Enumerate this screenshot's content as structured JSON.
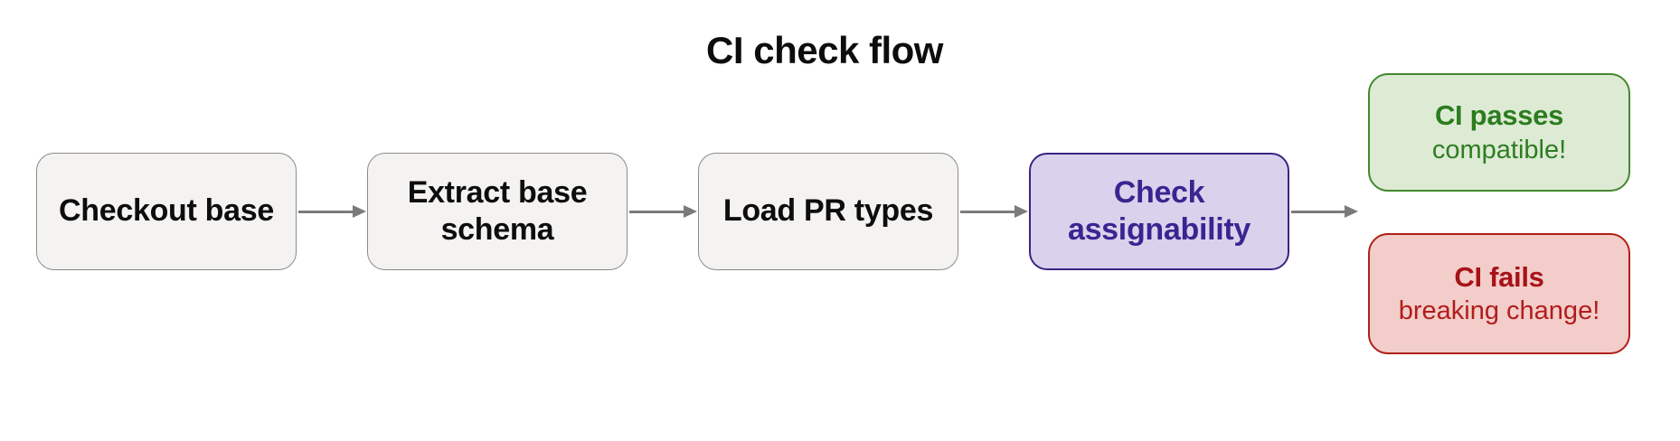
{
  "title": "CI check flow",
  "flow": {
    "steps": [
      {
        "label": "Checkout base"
      },
      {
        "label": "Extract base schema"
      },
      {
        "label": "Load PR types"
      },
      {
        "label": "Check assignability",
        "highlighted": true
      }
    ],
    "outcomes": {
      "pass": {
        "title": "CI passes",
        "subtitle": "compatible!"
      },
      "fail": {
        "title": "CI fails",
        "subtitle": "breaking change!"
      }
    }
  },
  "colors": {
    "background": "#ffffff",
    "title_text": "#0d0d0d",
    "step_fill": "#f4f3f1",
    "step_border": "#8b8b8b",
    "step_text": "#0d0d0d",
    "highlight_fill": "#d9d2ec",
    "highlight_border": "#3a2483",
    "highlight_text": "#3b2491",
    "pass_fill": "#ddebd4",
    "pass_border": "#44882f",
    "pass_text": "#2c7c1f",
    "fail_fill": "#f3cdc9",
    "fail_border": "#b02019",
    "fail_text": "#a81118",
    "arrow": "#7b7b7b"
  }
}
